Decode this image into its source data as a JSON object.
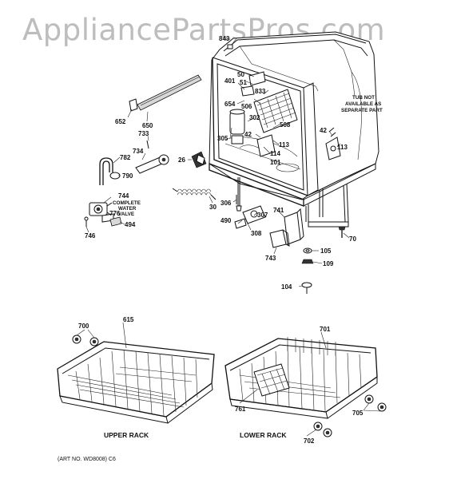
{
  "watermark": "AppliancePartsPros.com",
  "part_numbers": {
    "p50": "50",
    "p51": "51",
    "p401": "401",
    "p833": "833",
    "p654": "654",
    "p506": "506",
    "p302": "302",
    "p508": "508",
    "p42a": "42",
    "p42b": "42",
    "p305": "305",
    "p113a": "113",
    "p113b": "113",
    "p114": "114",
    "p101": "101",
    "p652": "652",
    "p650": "650",
    "p733": "733",
    "p734": "734",
    "p782": "782",
    "p790": "790",
    "p26": "26",
    "p30": "30",
    "p306": "306",
    "p307": "307",
    "p490": "490",
    "p308": "308",
    "p741": "741",
    "p743": "743",
    "p744": "744",
    "p776": "776",
    "p494": "494",
    "p746": "746",
    "p70": "70",
    "p105": "105",
    "p109": "109",
    "p104": "104",
    "p700": "700",
    "p615": "615",
    "p701": "701",
    "p761": "761",
    "p705": "705",
    "p702": "702",
    "p843": "843"
  },
  "notes": {
    "tub_line1": "TUB NOT",
    "tub_line2": "AVAILABLE AS",
    "tub_line3": "SEPARATE PART",
    "valve_line1": "COMPLETE",
    "valve_line2": "WATER",
    "valve_line3": "VALVE"
  },
  "captions": {
    "upper_rack": "UPPER RACK",
    "lower_rack": "LOWER RACK",
    "art_no": "(ART NO. WD8008) C6"
  }
}
